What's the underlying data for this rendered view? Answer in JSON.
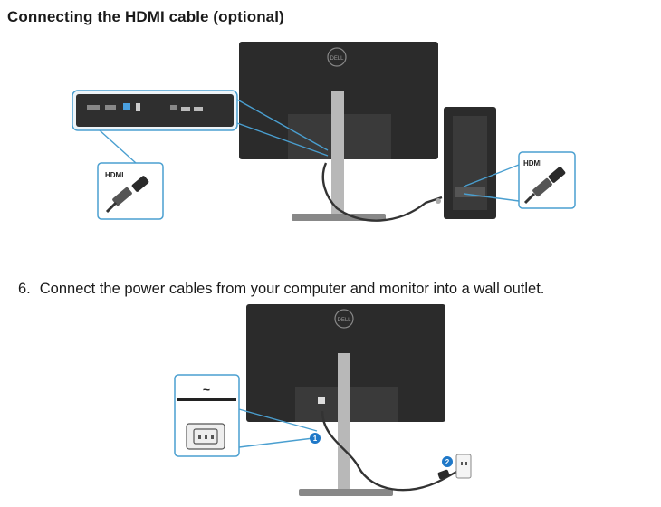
{
  "section": {
    "heading": "Connecting the HDMI cable (optional)"
  },
  "figure1": {
    "monitor_callout_label": "HDMI",
    "computer_callout_label": "HDMI",
    "logo_text": "DELL"
  },
  "step6": {
    "number": "6.",
    "text": "Connect the power cables from your computer and monitor into a wall outlet."
  },
  "figure2": {
    "logo_text": "DELL",
    "power_symbol": "~",
    "callout_1": "1",
    "callout_2": "2"
  },
  "colors": {
    "callout_border": "#4a9fd0",
    "monitor_dark": "#2b2b2b",
    "monitor_panel": "#3a3a3a",
    "stand_silver": "#b8b8b8",
    "badge_blue": "#1f78c8"
  }
}
